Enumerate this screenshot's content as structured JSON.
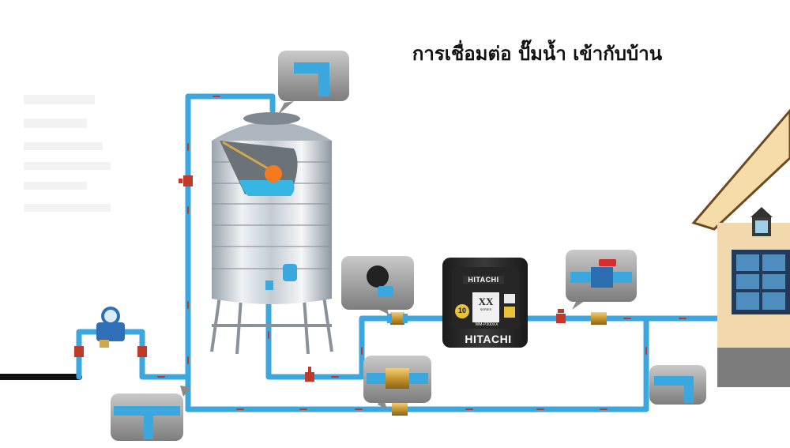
{
  "diagram": {
    "title": "การเชื่อมต่อ ปั๊มน้ำ เข้ากับบ้าน"
  },
  "pump": {
    "brand_top": "HITACHI",
    "series": "XX",
    "series_sub": "SERIES",
    "model": "WM-P300XX",
    "badge": "10",
    "brand_bottom": "HITACHI"
  },
  "colors": {
    "pipe": "#3aa7de",
    "pipe_dark": "#1f7fb8",
    "joint": "#c0392b",
    "tank": "#cfd6dc",
    "water": "#37b6e3",
    "float_ball": "#f47a20",
    "pump_body": "#2b2b2b",
    "house_wall": "#f2d9ad",
    "roof": "#f5dca8",
    "brass": "#d4a64a"
  },
  "icons": [
    "elbow-fitting-icon",
    "tee-fitting-icon",
    "check-valve-icon",
    "ball-valve-icon",
    "water-meter-icon",
    "pipe-connector-icon"
  ]
}
